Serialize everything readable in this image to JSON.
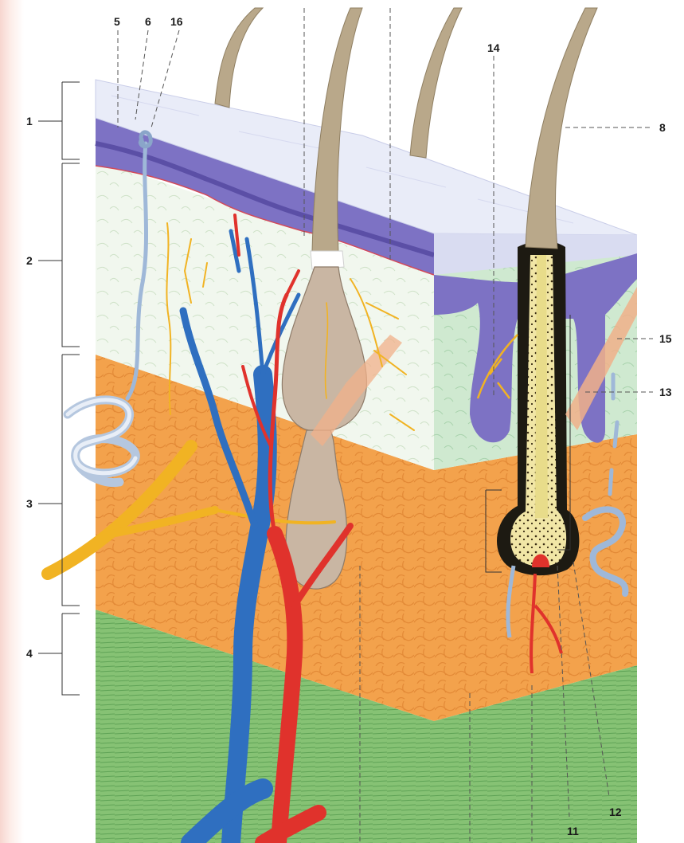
{
  "figure": {
    "labels": {
      "l1": "1",
      "l2": "2",
      "l3": "3",
      "l4": "4",
      "l5": "5",
      "l6": "6",
      "l8": "8",
      "l11": "11",
      "l12": "12",
      "l13": "13",
      "l14": "14",
      "l15": "15",
      "l16": "16"
    }
  },
  "colors": {
    "epidermis": "#7a6fc0",
    "dermis": "#eef5ea",
    "hypodermis": "#f2a04a",
    "muscle": "#8cc67d",
    "artery": "#e0322c",
    "vein": "#2f6fc0",
    "nerve": "#f1b323",
    "hair": "#b9a88a"
  }
}
